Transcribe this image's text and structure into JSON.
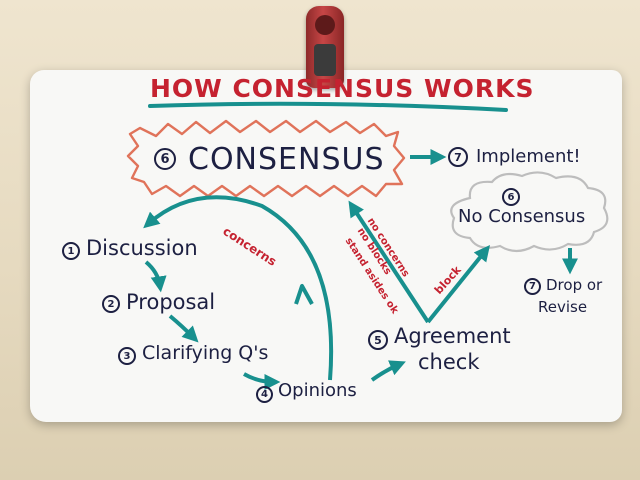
{
  "title": "HOW CONSENSUS WORKS",
  "consensus": {
    "number": "6",
    "label": "CONSENSUS"
  },
  "implement": {
    "number": "7",
    "label": "Implement!"
  },
  "no_consensus": {
    "number": "6",
    "label": "No Consensus"
  },
  "drop_or_revise": {
    "number": "7",
    "line1": "Drop or",
    "line2": "Revise"
  },
  "steps": [
    {
      "number": "1",
      "label": "Discussion"
    },
    {
      "number": "2",
      "label": "Proposal"
    },
    {
      "number": "3",
      "label": "Clarifying Q's"
    },
    {
      "number": "4",
      "label": "Opinions"
    },
    {
      "number": "5",
      "label": "Agreement",
      "label2": "check"
    }
  ],
  "arrow_labels": {
    "concerns": "concerns",
    "no_concerns": "no concerns",
    "no_blocks": "no blocks",
    "stand_asides": "stand asides ok",
    "block": "block"
  },
  "colors": {
    "ink": "#1d2042",
    "red": "#c52230",
    "teal": "#18908e",
    "orange": "#e0735a",
    "cloud": "#bdbdbd"
  }
}
